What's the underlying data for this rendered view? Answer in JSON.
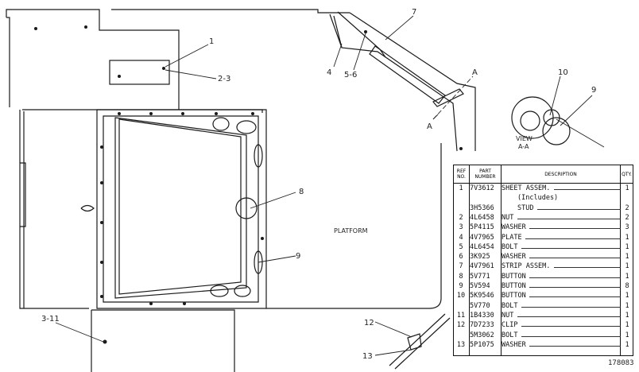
{
  "callouts": {
    "c1": "1",
    "c2_3": "2-3",
    "c3_11": "3-11",
    "c4": "4",
    "c5_6": "5-6",
    "c7": "7",
    "c8": "8",
    "c9_main": "9",
    "c9_view": "9",
    "c10": "10",
    "c12": "12",
    "c13": "13",
    "section_a_left": "A",
    "section_a_right": "A"
  },
  "labels": {
    "platform": "PLATFORM",
    "view_title": "VIEW",
    "view_sub": "A-A"
  },
  "table": {
    "headers": {
      "ref": "REF NO.",
      "part_number": "PART NUMBER",
      "description": "DESCRIPTION",
      "qty": "QTY."
    },
    "rows": [
      {
        "ref": "1",
        "pn": "7V3612",
        "desc": "SHEET ASSEM.",
        "qty": "1"
      },
      {
        "ref": "",
        "pn": "",
        "desc": "(Includes)",
        "qty": ""
      },
      {
        "ref": "",
        "pn": "3H5366",
        "desc": "STUD",
        "qty": "2"
      },
      {
        "ref": "2",
        "pn": "4L6458",
        "desc": "NUT",
        "qty": "2"
      },
      {
        "ref": "3",
        "pn": "5P4115",
        "desc": "WASHER",
        "qty": "3"
      },
      {
        "ref": "4",
        "pn": "4V7965",
        "desc": "PLATE",
        "qty": "1"
      },
      {
        "ref": "5",
        "pn": "4L6454",
        "desc": "BOLT",
        "qty": "1"
      },
      {
        "ref": "6",
        "pn": "3K925",
        "desc": "WASHER",
        "qty": "1"
      },
      {
        "ref": "7",
        "pn": "4V7961",
        "desc": "STRIP ASSEM.",
        "qty": "1"
      },
      {
        "ref": "8",
        "pn": "5V771",
        "desc": "BUTTON",
        "qty": "1"
      },
      {
        "ref": "9",
        "pn": "5V594",
        "desc": "BUTTON",
        "qty": "8"
      },
      {
        "ref": "10",
        "pn": "5K9546",
        "desc": "BUTTON",
        "qty": "1"
      },
      {
        "ref": "",
        "pn": "5V770",
        "desc": "BOLT",
        "qty": "1"
      },
      {
        "ref": "11",
        "pn": "1B4330",
        "desc": "NUT",
        "qty": "1"
      },
      {
        "ref": "12",
        "pn": "7D7233",
        "desc": "CLIP",
        "qty": "1"
      },
      {
        "ref": "",
        "pn": "5M3062",
        "desc": "BOLT",
        "qty": "1"
      },
      {
        "ref": "13",
        "pn": "5P1075",
        "desc": "WASHER",
        "qty": "1"
      }
    ]
  },
  "drawing_number": "178083"
}
